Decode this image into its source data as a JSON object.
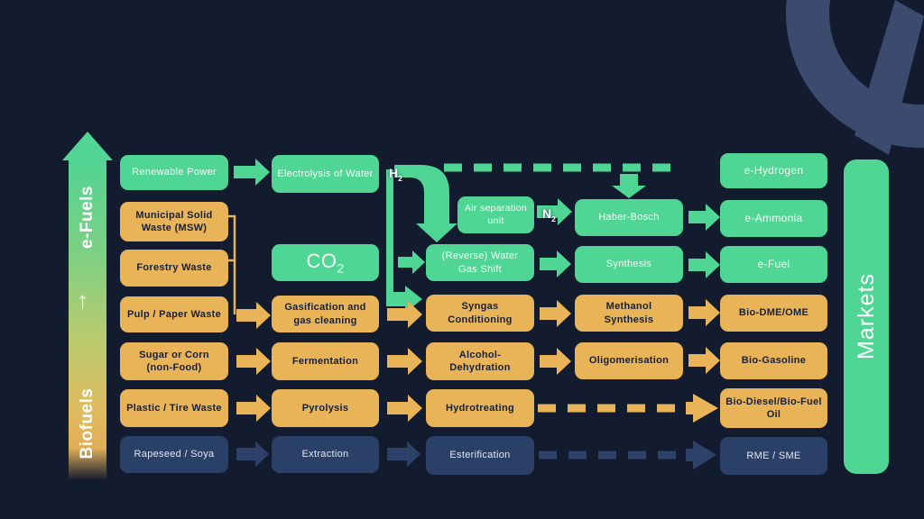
{
  "left_axis": {
    "top_label": "e-Fuels",
    "arrow_glyph": "↑",
    "bottom_label": "Biofuels"
  },
  "markets": {
    "label": "Markets"
  },
  "gases": {
    "h2": {
      "base": "H",
      "sub": "2"
    },
    "n2": {
      "base": "N",
      "sub": "2"
    }
  },
  "nodes": {
    "renewable_power": {
      "label": "Renewable Power"
    },
    "msw": {
      "label": "Municipal Solid Waste (MSW)"
    },
    "forestry_waste": {
      "label": "Forestry Waste"
    },
    "pulp_paper_waste": {
      "label": "Pulp / Paper Waste"
    },
    "sugar_corn": {
      "label": "Sugar or Corn (non-Food)"
    },
    "plastic_tire_waste": {
      "label": "Plastic / Tire Waste"
    },
    "rapeseed_soya": {
      "label": "Rapeseed / Soya"
    },
    "electrolysis": {
      "label": "Electrolysis of Water"
    },
    "co2": {
      "base": "CO",
      "sub": "2"
    },
    "gasification": {
      "label": "Gasification and gas cleaning"
    },
    "fermentation": {
      "label": "Fermentation"
    },
    "pyrolysis": {
      "label": "Pyrolysis"
    },
    "extraction": {
      "label": "Extraction"
    },
    "air_separation": {
      "label": "Air separation unit"
    },
    "rwgs": {
      "label": "(Reverse) Water Gas Shift"
    },
    "syngas_conditioning": {
      "label": "Syngas Conditioning"
    },
    "alcohol_dehydration": {
      "label": "Alcohol-Dehydration"
    },
    "hydrotreating": {
      "label": "Hydrotreating"
    },
    "esterification": {
      "label": "Esterification"
    },
    "haber_bosch": {
      "label": "Haber-Bosch"
    },
    "synthesis": {
      "label": "Synthesis"
    },
    "methanol_synthesis": {
      "label": "Methanol Synthesis"
    },
    "oligomerisation": {
      "label": "Oligomerisation"
    },
    "e_hydrogen": {
      "label": "e-Hydrogen"
    },
    "e_ammonia": {
      "label": "e-Ammonia"
    },
    "e_fuel": {
      "label": "e-Fuel"
    },
    "bio_dme_ome": {
      "label": "Bio-DME/OME"
    },
    "bio_gasoline": {
      "label": "Bio-Gasoline"
    },
    "bio_diesel_fuel_oil": {
      "label": "Bio-Diesel/Bio-Fuel Oil"
    },
    "rme_sme": {
      "label": "RME / SME"
    }
  },
  "colors": {
    "background": "#131b2f",
    "green": "#4fd695",
    "orange": "#e9b458",
    "dark_blue_box": "#2b4066",
    "dark_blue_arrow": "#2e4269",
    "text_on_orange": "#14203c",
    "text_light": "#ffffff",
    "watermark": "#3c4a6d"
  }
}
